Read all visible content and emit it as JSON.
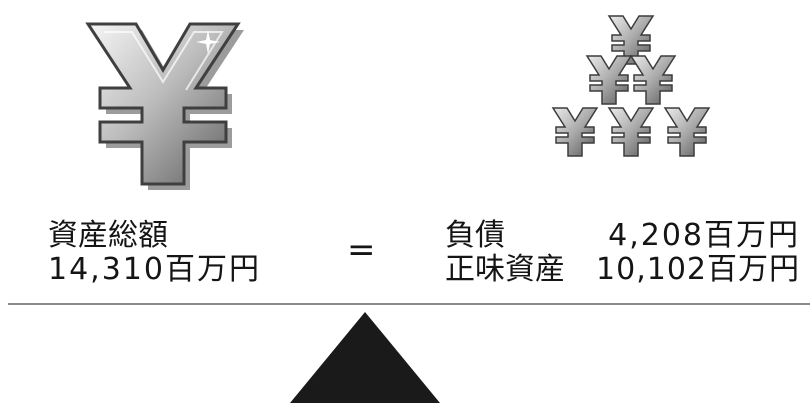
{
  "assets": {
    "label": "資産総額",
    "value": "14,310百万円"
  },
  "equals": "=",
  "liabilities": {
    "label": "負債",
    "value": "4,208百万円"
  },
  "equity": {
    "label": "正味資産",
    "value": "10,102百万円"
  },
  "icons": [
    "yen-icon",
    "yen-pile-icon",
    "fulcrum-triangle"
  ],
  "colors": {
    "text": "#151515",
    "beam": "#8a8a8a",
    "fulcrum": "#1a1a1a"
  }
}
